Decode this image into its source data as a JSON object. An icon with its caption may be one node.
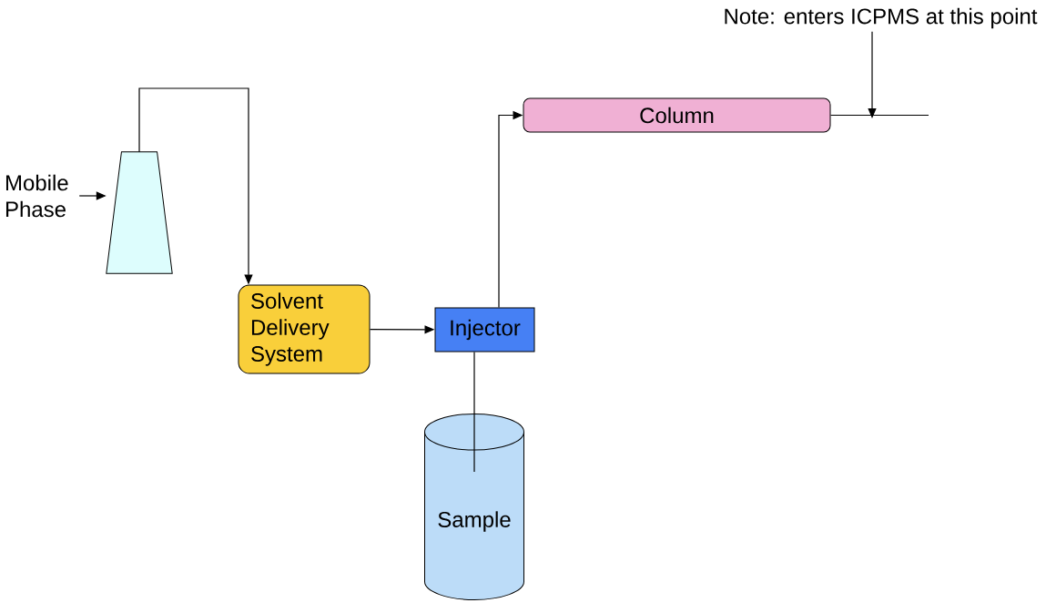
{
  "diagram": {
    "nodes": [
      {
        "text": [
          "Mobile Phase"
        ]
      },
      {
        "text": [],
        "shape": "trapezoid"
      },
      {
        "text": [
          "Solvent Delivery System"
        ]
      },
      {
        "text": [
          "Injector"
        ]
      },
      {
        "text": [
          "Sample"
        ]
      },
      {
        "text": [
          "Column"
        ]
      },
      {
        "text": [
          "Note: enters ICPMS at this point"
        ]
      }
    ],
    "edges": [
      {
        "from": 0,
        "to": 1,
        "arrow": "to"
      },
      {
        "from": 1,
        "to": 2,
        "arrow": "to"
      },
      {
        "from": 2,
        "to": 3,
        "arrow": "to"
      },
      {
        "from": 3,
        "to": 4,
        "arrow": "none"
      },
      {
        "from": 3,
        "to": 5,
        "arrow": "to"
      },
      {
        "from": 5,
        "to": null,
        "arrow": "none"
      },
      {
        "from": 6,
        "to": null,
        "arrow": "to"
      }
    ]
  }
}
